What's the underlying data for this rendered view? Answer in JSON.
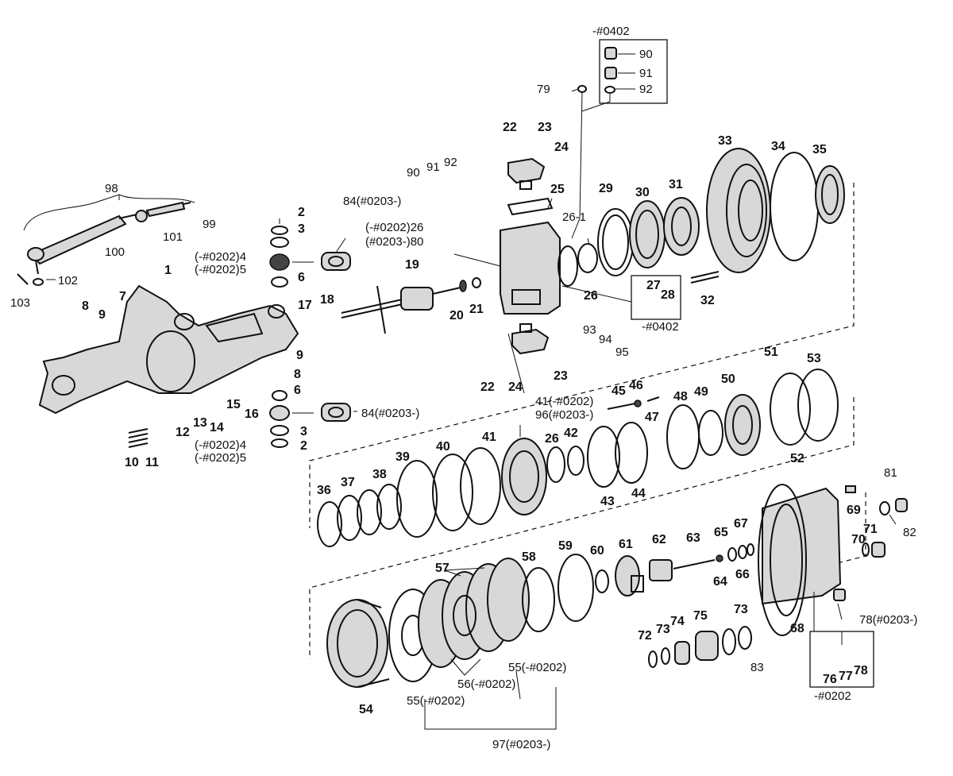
{
  "diagram": {
    "labels": {
      "l1": "1",
      "l2a": "2",
      "l2b": "2",
      "l3a": "3",
      "l3b": "3",
      "l4a": "(-#0202)4",
      "l4b": "(-#0202)4",
      "l5a": "(-#0202)5",
      "l5b": "(-#0202)5",
      "l6a": "6",
      "l6b": "6",
      "l7": "7",
      "l8a": "8",
      "l8b": "8",
      "l9a": "9",
      "l9b": "9",
      "l10": "10",
      "l11": "11",
      "l12": "12",
      "l13": "13",
      "l14": "14",
      "l15": "15",
      "l16": "16",
      "l17": "17",
      "l18": "18",
      "l19": "19",
      "l20": "20",
      "l21": "21",
      "l22a": "22",
      "l22b": "22",
      "l23a": "23",
      "l23b": "23",
      "l24a": "24",
      "l24b": "24",
      "l25": "25",
      "l26": "26",
      "l26s": "26",
      "l26_1": "26-1",
      "l26box": "(-#0202)26",
      "l80box": "(#0203-)80",
      "l27": "27",
      "l28": "28",
      "l29": "29",
      "l30": "30",
      "l31": "31",
      "l32": "32",
      "l33": "33",
      "l34": "34",
      "l35": "35",
      "l36": "36",
      "l37": "37",
      "l38": "38",
      "l39": "39",
      "l40": "40",
      "l41": "41",
      "l41b": "41(-#0202)",
      "l96": "96(#0203-)",
      "l42": "42",
      "l43": "43",
      "l44": "44",
      "l45": "45",
      "l46": "46",
      "l47": "47",
      "l48": "48",
      "l49": "49",
      "l50": "50",
      "l51": "51",
      "l52": "52",
      "l53": "53",
      "l54": "54",
      "l55a": "55(-#0202)",
      "l55b": "55(-#0202)",
      "l56": "56(-#0202)",
      "l57": "57",
      "l58": "58",
      "l59": "59",
      "l60": "60",
      "l61": "61",
      "l62": "62",
      "l63": "63",
      "l64": "64",
      "l65": "65",
      "l66": "66",
      "l67": "67",
      "l68": "68",
      "l69": "69",
      "l70": "70",
      "l71": "71",
      "l72": "72",
      "l73a": "73",
      "l73b": "73",
      "l74": "74",
      "l75": "75",
      "l76": "76",
      "l77": "77",
      "l78": "78",
      "l78b": "78(#0203-)",
      "l79": "79",
      "l81": "81",
      "l82": "82",
      "l83": "83",
      "l84a": "84(#0203-)",
      "l84b": "84(#0203-)",
      "l90a": "90",
      "l90b": "90",
      "l91a": "91",
      "l91b": "91",
      "l92a": "92",
      "l92b": "92",
      "l93": "93",
      "l94": "94",
      "l95": "95",
      "l97": "97(#0203-)",
      "l98": "98",
      "l99": "99",
      "l100": "100",
      "l101": "101",
      "l102": "102",
      "l103": "103",
      "box0402a": "-#0402",
      "box0402b": "-#0402",
      "box0202": "-#0202"
    }
  }
}
